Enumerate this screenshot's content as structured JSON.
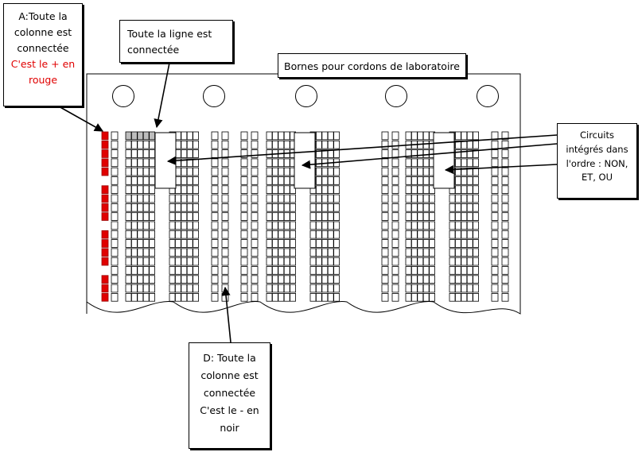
{
  "colors": {
    "power_rail_red": "#e00000",
    "hole_outline": "#000000",
    "hole_fill": "#ffffff",
    "connected_row_fill": "#bdbdbd",
    "ink": "#000000"
  },
  "labels": {
    "rail_a": {
      "lines": [
        "A:Toute la",
        "colonne est",
        "connectée"
      ],
      "red_lines": [
        "C'est le + en",
        "rouge"
      ]
    },
    "row_connected": {
      "lines": [
        "Toute la ligne est",
        "connectée"
      ]
    },
    "bornes": {
      "text": "Bornes pour cordons de laboratoire"
    },
    "circuits": {
      "lines": [
        "Circuits",
        "intégrés dans",
        "l'ordre : NON,",
        "ET, OU"
      ]
    },
    "rail_d": {
      "lines": [
        "D: Toute la",
        "colonne est",
        "connectée",
        "C'est le - en",
        "noir"
      ]
    }
  },
  "terminals": {
    "count": 5
  },
  "chips": [
    "NON",
    "ET",
    "OU"
  ]
}
